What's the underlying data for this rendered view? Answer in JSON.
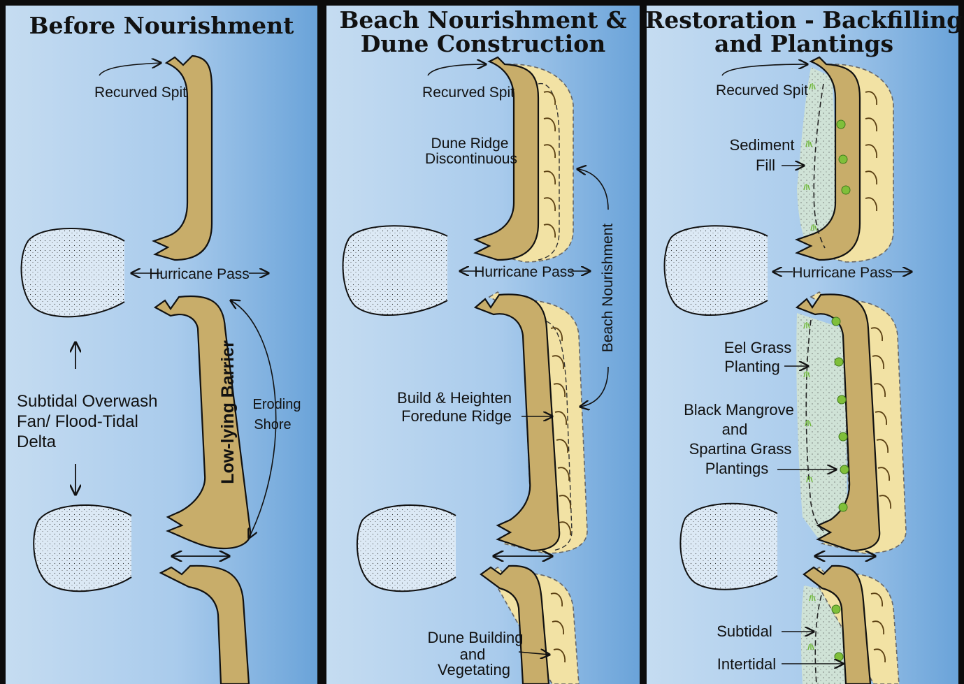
{
  "panels": [
    {
      "title_lines": [
        "Before Nourishment"
      ],
      "labels": {
        "recurved_spit": "Recurved Spit",
        "hurricane_pass": "Hurricane Pass",
        "low_lying_barrier": "Low-lying Barrier",
        "eroding_shore_1": "Eroding",
        "eroding_shore_2": "Shore",
        "overwash_1": "Subtidal Overwash",
        "overwash_2": "Fan/ Flood-Tidal",
        "overwash_3": "Delta"
      }
    },
    {
      "title_lines": [
        "Beach Nourishment &",
        "Dune Construction"
      ],
      "labels": {
        "recurved_spit": "Recurved Spit",
        "dune_ridge_1": "Dune Ridge",
        "dune_ridge_2": "Discontinuous",
        "hurricane_pass": "Hurricane Pass",
        "beach_nourishment": "Beach Nourishment",
        "build_1": "Build & Heighten",
        "build_2": "Foredune Ridge",
        "dune_building_1": "Dune Building",
        "dune_building_2": "and",
        "dune_building_3": "Vegetating"
      }
    },
    {
      "title_lines": [
        "Restoration - Backfilling",
        "and Plantings"
      ],
      "labels": {
        "recurved_spit": "Recurved Spit",
        "sediment_1": "Sediment",
        "sediment_2": "Fill",
        "hurricane_pass": "Hurricane Pass",
        "eel_1": "Eel Grass",
        "eel_2": "Planting",
        "mangrove_1": "Black Mangrove",
        "mangrove_2": "and",
        "mangrove_3": "Spartina Grass",
        "mangrove_4": "Plantings",
        "subtidal": "Subtidal",
        "intertidal": "Intertidal"
      }
    }
  ],
  "colors": {
    "water_light": "#c3daf0",
    "water_dark": "#6ea6da",
    "sand": "#c8ad6a",
    "nourished_sand": "#f2e2a4",
    "delta": "#d6e6f4",
    "fill_area": "#d2e3d8",
    "grass": "#7fbf3a"
  }
}
